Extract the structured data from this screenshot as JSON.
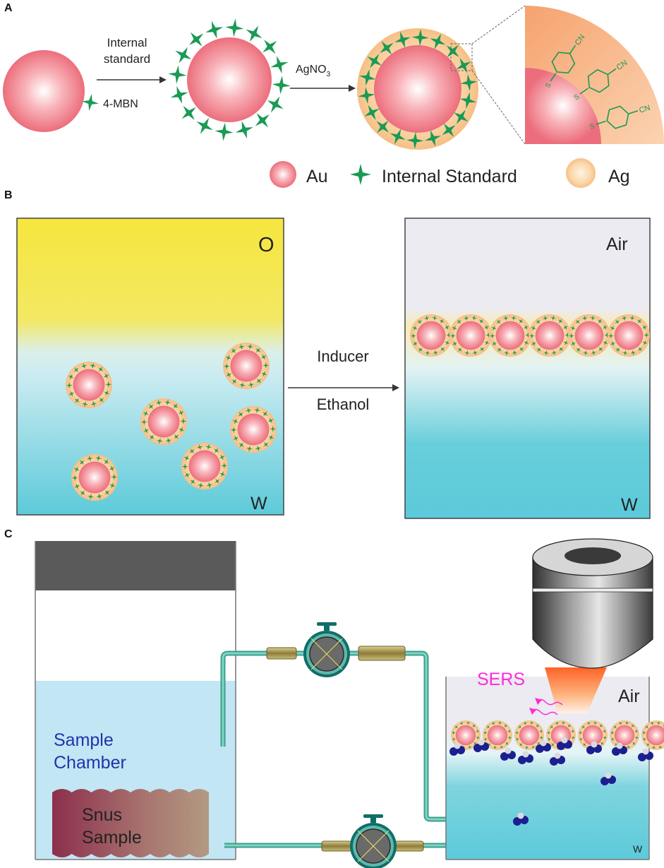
{
  "panels": {
    "a": "A",
    "b": "B",
    "c": "C"
  },
  "panel_a": {
    "step1_line1": "Internal",
    "step1_line2": "standard",
    "reagent": "4-MBN",
    "step2_main": "AgNO",
    "step2_sub": "3",
    "inset_group": "CN",
    "inset_atom": "S",
    "legend": {
      "au": "Au",
      "internal_standard": "Internal Standard",
      "ag": "Ag"
    }
  },
  "panel_b": {
    "left_top": "O",
    "left_bottom": "W",
    "arrow_top": "Inducer",
    "arrow_bottom": "Ethanol",
    "right_top": "Air",
    "right_bottom": "W"
  },
  "panel_c": {
    "chamber_line1": "Sample",
    "chamber_line2": "Chamber",
    "snus_line1": "Snus",
    "snus_line2": "Sample",
    "sers": "SERS",
    "air": "Air",
    "water": "W"
  },
  "colors": {
    "gold_core": "#f07a86",
    "silver_shell": "#f9c892",
    "standard_star": "#1a9a55",
    "oil": "#f4e640",
    "water": "#5ccad9",
    "air": "#ecebf2",
    "tube": "#5cc3ad",
    "chamber_water": "#c2e6f4",
    "sers_label": "#ff2bd6",
    "chamber_text": "#2233aa"
  }
}
